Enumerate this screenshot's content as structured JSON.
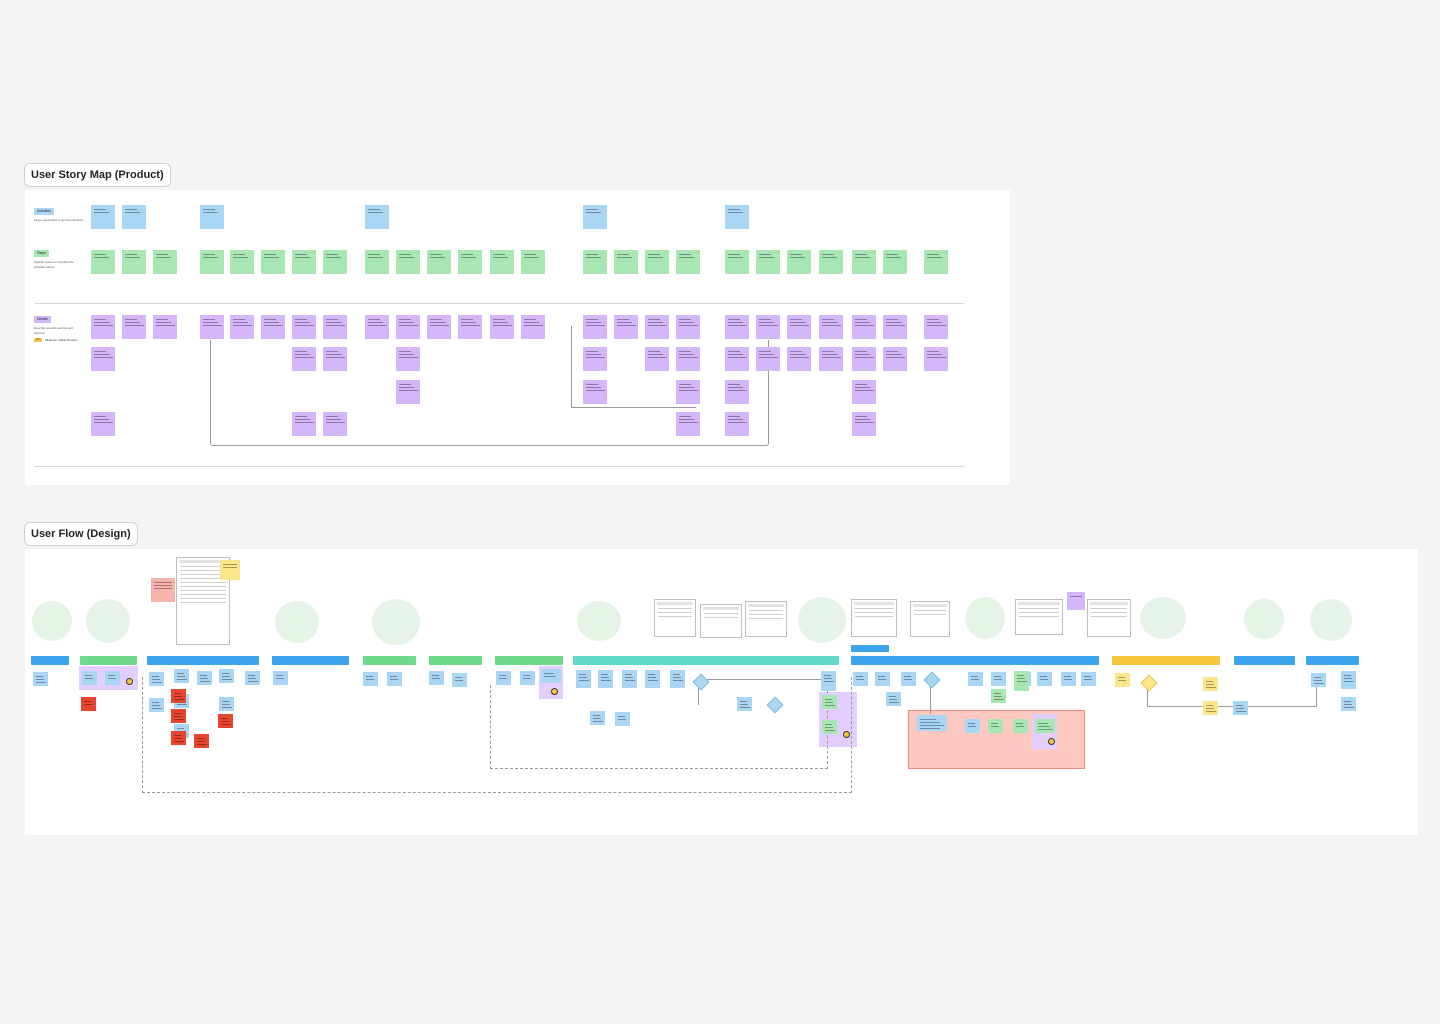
{
  "sections": {
    "story_map": {
      "label": "User Story Map (Product)"
    },
    "user_flow": {
      "label": "User Flow (Design)"
    }
  },
  "story_map_rows": {
    "activities": {
      "tag": "Activities",
      "desc": "Large sized tasks to get the job done"
    },
    "steps": {
      "tag": "Steps",
      "desc": "Specific tasks to complete the activities above"
    },
    "details": {
      "tag": "Details",
      "desc": "Describe specific actions and features",
      "legend_tag": "P1",
      "legend_text": "Minimum Viable Product"
    }
  },
  "colors": {
    "activity": "#a9d6f5",
    "step": "#a8e6b3",
    "detail": "#d6b6fb",
    "flow_blue": "#3ba4ec",
    "flow_green": "#6fd98a",
    "flow_teal": "#5fd8c6",
    "flow_yellow": "#f7c73b",
    "red_note": "#e8452e",
    "pink_zone": "#ffc9c2",
    "purple_group": "#e3cfff"
  },
  "icons": [
    "emoji-face-icon"
  ]
}
